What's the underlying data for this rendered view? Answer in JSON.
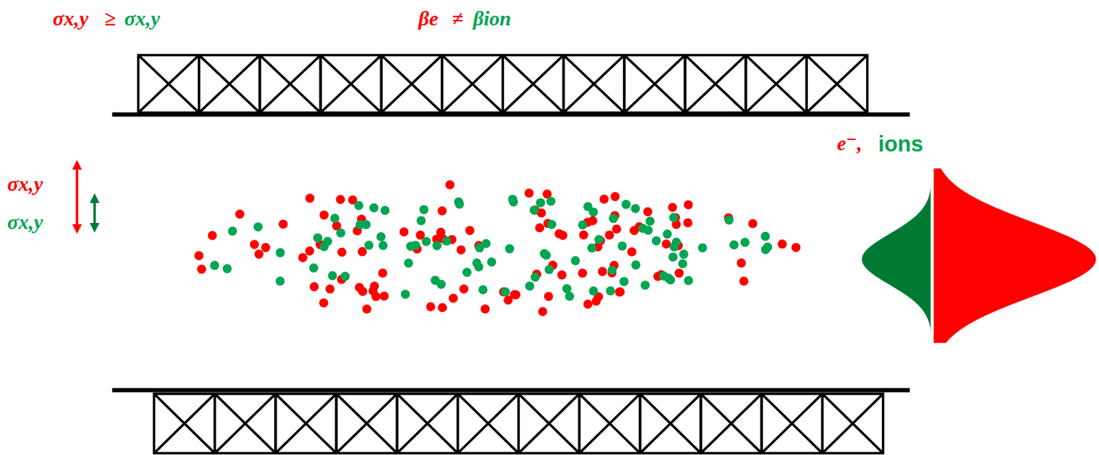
{
  "diagram": {
    "labels": [
      "σx,y",
      "≥",
      "σx,y",
      "βe",
      "≠",
      "βion",
      "e⁻,",
      "ions",
      "σx,y",
      "σx,y"
    ]
  }
}
